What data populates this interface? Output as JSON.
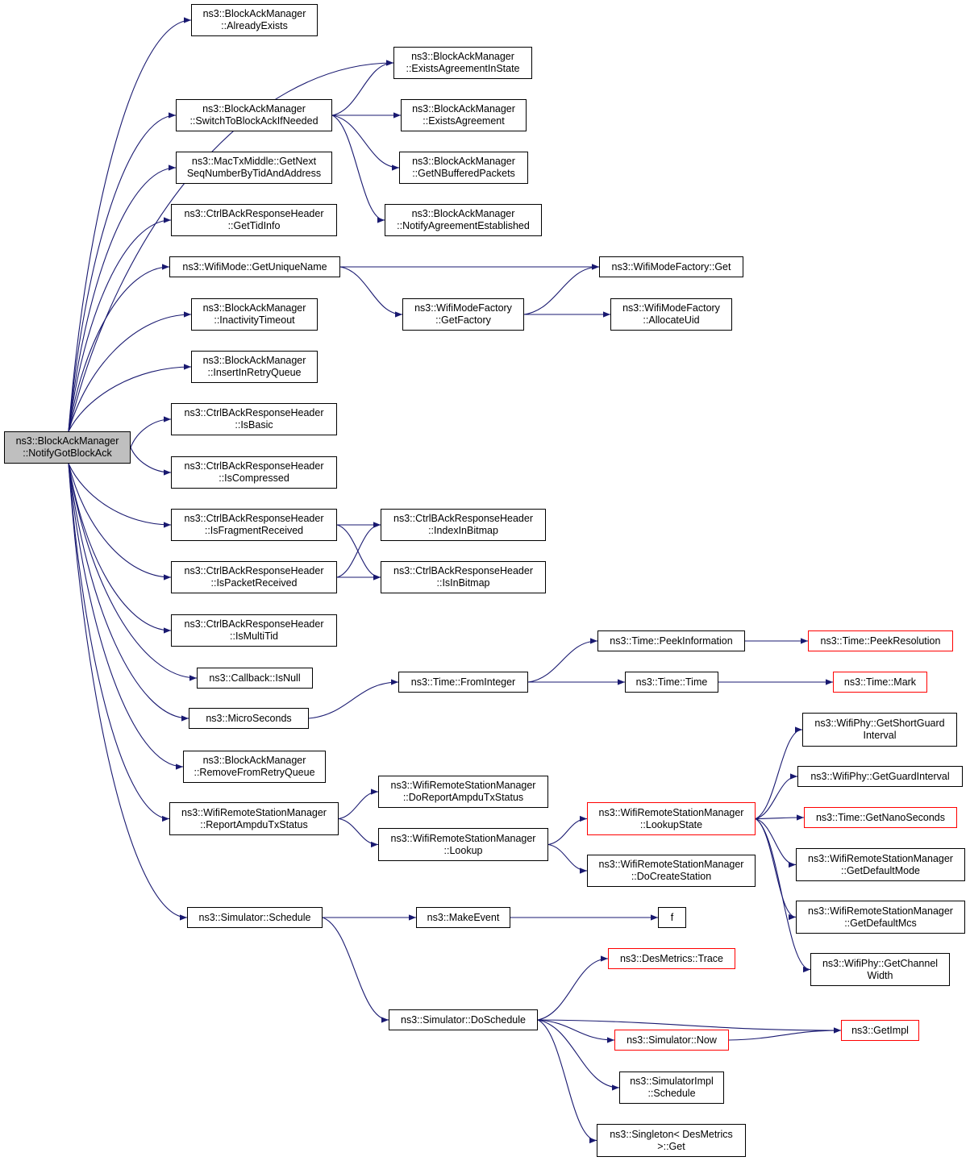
{
  "colors": {
    "edge": "#191970",
    "node_border": "#000000",
    "truncated_border": "#ff0000",
    "root_fill": "#bfbfbf"
  },
  "nodes": {
    "n0": {
      "lines": [
        "ns3::BlockAckManager",
        "::NotifyGotBlockAck"
      ],
      "root": true
    },
    "n1": {
      "lines": [
        "ns3::BlockAckManager",
        "::AlreadyExists"
      ]
    },
    "n2": {
      "lines": [
        "ns3::BlockAckManager",
        "::ExistsAgreementInState"
      ]
    },
    "n3": {
      "lines": [
        "ns3::BlockAckManager",
        "::SwitchToBlockAckIfNeeded"
      ]
    },
    "n4": {
      "lines": [
        "ns3::BlockAckManager",
        "::ExistsAgreement"
      ]
    },
    "n5": {
      "lines": [
        "ns3::BlockAckManager",
        "::GetNBufferedPackets"
      ]
    },
    "n6": {
      "lines": [
        "ns3::BlockAckManager",
        "::NotifyAgreementEstablished"
      ]
    },
    "n7": {
      "lines": [
        "ns3::MacTxMiddle::GetNext",
        "SeqNumberByTidAndAddress"
      ]
    },
    "n8": {
      "lines": [
        "ns3::CtrlBAckResponseHeader",
        "::GetTidInfo"
      ]
    },
    "n9": {
      "lines": [
        "ns3::WifiMode::GetUniqueName"
      ]
    },
    "n10": {
      "lines": [
        "ns3::WifiModeFactory::Get"
      ]
    },
    "n11": {
      "lines": [
        "ns3::WifiModeFactory",
        "::GetFactory"
      ]
    },
    "n12": {
      "lines": [
        "ns3::WifiModeFactory",
        "::AllocateUid"
      ]
    },
    "n13": {
      "lines": [
        "ns3::BlockAckManager",
        "::InactivityTimeout"
      ]
    },
    "n14": {
      "lines": [
        "ns3::BlockAckManager",
        "::InsertInRetryQueue"
      ]
    },
    "n15": {
      "lines": [
        "ns3::CtrlBAckResponseHeader",
        "::IsBasic"
      ]
    },
    "n16": {
      "lines": [
        "ns3::CtrlBAckResponseHeader",
        "::IsCompressed"
      ]
    },
    "n17": {
      "lines": [
        "ns3::CtrlBAckResponseHeader",
        "::IsFragmentReceived"
      ]
    },
    "n18": {
      "lines": [
        "ns3::CtrlBAckResponseHeader",
        "::IndexInBitmap"
      ]
    },
    "n19": {
      "lines": [
        "ns3::CtrlBAckResponseHeader",
        "::IsPacketReceived"
      ]
    },
    "n20": {
      "lines": [
        "ns3::CtrlBAckResponseHeader",
        "::IsInBitmap"
      ]
    },
    "n21": {
      "lines": [
        "ns3::CtrlBAckResponseHeader",
        "::IsMultiTid"
      ]
    },
    "n22": {
      "lines": [
        "ns3::Time::PeekInformation"
      ]
    },
    "n23": {
      "lines": [
        "ns3::Time::PeekResolution"
      ],
      "truncated": true
    },
    "n24": {
      "lines": [
        "ns3::Callback::IsNull"
      ]
    },
    "n25": {
      "lines": [
        "ns3::Time::FromInteger"
      ]
    },
    "n26": {
      "lines": [
        "ns3::Time::Time"
      ]
    },
    "n27": {
      "lines": [
        "ns3::Time::Mark"
      ],
      "truncated": true
    },
    "n28": {
      "lines": [
        "ns3::MicroSeconds"
      ]
    },
    "n29": {
      "lines": [
        "ns3::WifiPhy::GetShortGuard",
        "Interval"
      ]
    },
    "n30": {
      "lines": [
        "ns3::BlockAckManager",
        "::RemoveFromRetryQueue"
      ]
    },
    "n31": {
      "lines": [
        "ns3::WifiPhy::GetGuardInterval"
      ]
    },
    "n32": {
      "lines": [
        "ns3::WifiRemoteStationManager",
        "::DoReportAmpduTxStatus"
      ]
    },
    "n33": {
      "lines": [
        "ns3::WifiRemoteStationManager",
        "::ReportAmpduTxStatus"
      ]
    },
    "n34": {
      "lines": [
        "ns3::WifiRemoteStationManager",
        "::LookupState"
      ],
      "truncated": true
    },
    "n35": {
      "lines": [
        "ns3::Time::GetNanoSeconds"
      ],
      "truncated": true
    },
    "n36": {
      "lines": [
        "ns3::WifiRemoteStationManager",
        "::Lookup"
      ]
    },
    "n37": {
      "lines": [
        "ns3::WifiRemoteStationManager",
        "::DoCreateStation"
      ]
    },
    "n38": {
      "lines": [
        "ns3::WifiRemoteStationManager",
        "::GetDefaultMode"
      ]
    },
    "n39": {
      "lines": [
        "ns3::WifiRemoteStationManager",
        "::GetDefaultMcs"
      ]
    },
    "n40": {
      "lines": [
        "ns3::Simulator::Schedule"
      ]
    },
    "n41": {
      "lines": [
        "ns3::MakeEvent"
      ]
    },
    "n42": {
      "lines": [
        "f"
      ]
    },
    "n43": {
      "lines": [
        "ns3::WifiPhy::GetChannel",
        "Width"
      ]
    },
    "n44": {
      "lines": [
        "ns3::DesMetrics::Trace"
      ],
      "truncated": true
    },
    "n45": {
      "lines": [
        "ns3::Simulator::DoSchedule"
      ]
    },
    "n46": {
      "lines": [
        "ns3::Simulator::Now"
      ],
      "truncated": true
    },
    "n47": {
      "lines": [
        "ns3::GetImpl"
      ],
      "truncated": true
    },
    "n48": {
      "lines": [
        "ns3::SimulatorImpl",
        "::Schedule"
      ]
    },
    "n49": {
      "lines": [
        "ns3::Singleton< DesMetrics",
        " >::Get"
      ]
    }
  },
  "edges": [
    [
      "n0",
      "n1"
    ],
    [
      "n0",
      "n2"
    ],
    [
      "n0",
      "n3"
    ],
    [
      "n0",
      "n7"
    ],
    [
      "n0",
      "n8"
    ],
    [
      "n0",
      "n9"
    ],
    [
      "n0",
      "n13"
    ],
    [
      "n0",
      "n14"
    ],
    [
      "n0",
      "n15"
    ],
    [
      "n0",
      "n16"
    ],
    [
      "n0",
      "n17"
    ],
    [
      "n0",
      "n19"
    ],
    [
      "n0",
      "n21"
    ],
    [
      "n0",
      "n24"
    ],
    [
      "n0",
      "n28"
    ],
    [
      "n0",
      "n30"
    ],
    [
      "n0",
      "n33"
    ],
    [
      "n0",
      "n40"
    ],
    [
      "n3",
      "n2"
    ],
    [
      "n3",
      "n4"
    ],
    [
      "n3",
      "n5"
    ],
    [
      "n3",
      "n6"
    ],
    [
      "n9",
      "n10"
    ],
    [
      "n9",
      "n11"
    ],
    [
      "n11",
      "n10"
    ],
    [
      "n11",
      "n12"
    ],
    [
      "n17",
      "n18"
    ],
    [
      "n17",
      "n20"
    ],
    [
      "n19",
      "n18"
    ],
    [
      "n19",
      "n20"
    ],
    [
      "n22",
      "n23"
    ],
    [
      "n25",
      "n22"
    ],
    [
      "n25",
      "n26"
    ],
    [
      "n26",
      "n27"
    ],
    [
      "n28",
      "n25"
    ],
    [
      "n33",
      "n32"
    ],
    [
      "n33",
      "n36"
    ],
    [
      "n36",
      "n34"
    ],
    [
      "n36",
      "n37"
    ],
    [
      "n34",
      "n29"
    ],
    [
      "n34",
      "n31"
    ],
    [
      "n34",
      "n35"
    ],
    [
      "n34",
      "n38"
    ],
    [
      "n34",
      "n39"
    ],
    [
      "n34",
      "n43"
    ],
    [
      "n40",
      "n41"
    ],
    [
      "n41",
      "n42"
    ],
    [
      "n40",
      "n45"
    ],
    [
      "n45",
      "n44"
    ],
    [
      "n45",
      "n47"
    ],
    [
      "n45",
      "n46"
    ],
    [
      "n46",
      "n47"
    ],
    [
      "n45",
      "n48"
    ],
    [
      "n45",
      "n49"
    ]
  ]
}
